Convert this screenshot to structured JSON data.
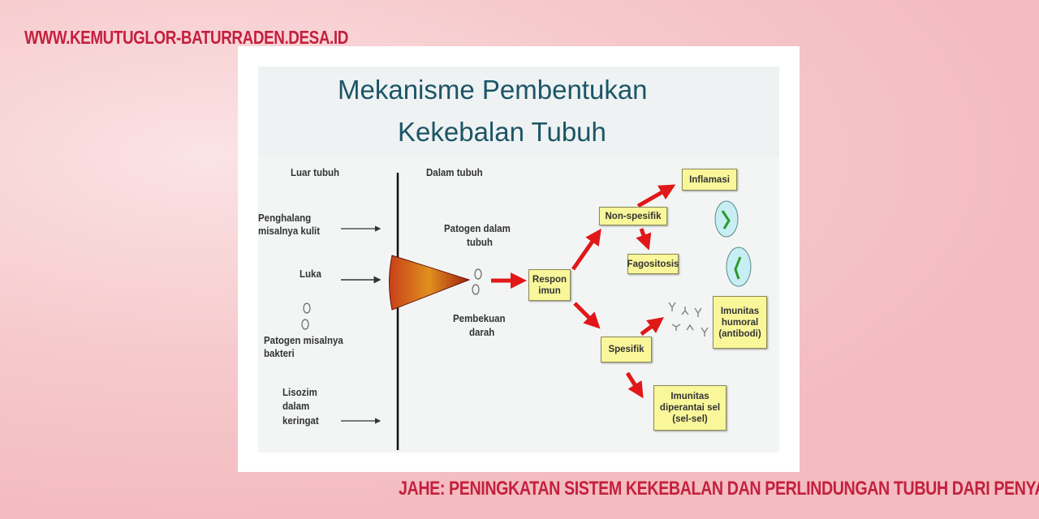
{
  "watermark": {
    "site": "WWW.KEMUTUGLOR-BATURRADEN.DESA.ID",
    "caption": "JAHE: PENINGKATAN SISTEM KEKEBALAN DAN PERLINDUNGAN TUBUH DARI PENYAKIT"
  },
  "diagram": {
    "title_line1": "Mekanisme Pembentukan",
    "title_line2": "Kekebalan Tubuh",
    "left_header": "Luar tubuh",
    "right_header": "Dalam tubuh",
    "left_items": {
      "barrier_1": "Penghalang",
      "barrier_2": "misalnya kulit",
      "wound": "Luka",
      "pathogen_1": "Patogen misalnya",
      "pathogen_2": "bakteri",
      "lysozyme_1": "Lisozim",
      "lysozyme_2": "dalam",
      "lysozyme_3": "keringat"
    },
    "inside": {
      "pathogen_1": "Patogen dalam",
      "pathogen_2": "tubuh",
      "clot_1": "Pembekuan",
      "clot_2": "darah"
    },
    "boxes": {
      "immune_response": "Respon imun",
      "nonspecific": "Non-spesifik",
      "inflammation": "Inflamasi",
      "phagocytosis": "Fagositosis",
      "specific": "Spesifik",
      "humoral": "Imunitas humoral (antibodi)",
      "cellular": "Imunitas diperantai sel (sel-sel)"
    },
    "colors": {
      "arrow": "#e01818",
      "box": "#f9f79a",
      "title": "#1c5566",
      "watermark": "#c4203f"
    }
  }
}
